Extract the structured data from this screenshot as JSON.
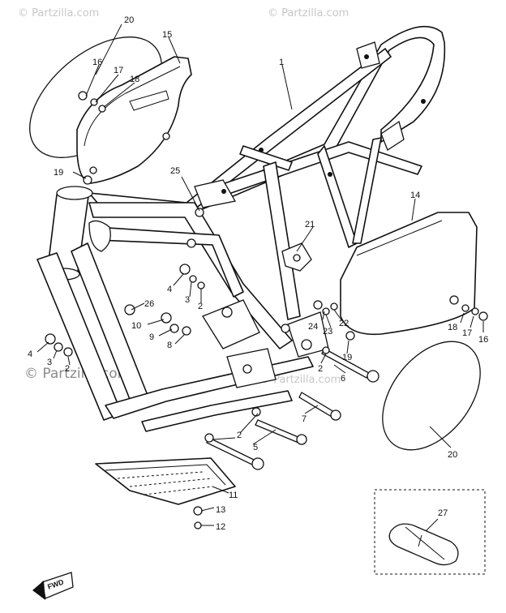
{
  "watermarks": {
    "top_left": "© Partzilla.com",
    "top_right": "© Partzilla.com",
    "middle": "© Partzilla.com",
    "bottom_left": "© Partzilla.com"
  },
  "callouts": {
    "c1": "1",
    "c2a": "2",
    "c2b": "2",
    "c2c": "2",
    "c2d": "2",
    "c3a": "3",
    "c3b": "3",
    "c4a": "4",
    "c4b": "4",
    "c5": "5",
    "c6": "6",
    "c7": "7",
    "c8": "8",
    "c9": "9",
    "c10": "10",
    "c11": "11",
    "c12": "12",
    "c13": "13",
    "c14": "14",
    "c15": "15",
    "c16a": "16",
    "c16b": "16",
    "c17a": "17",
    "c17b": "17",
    "c18a": "18",
    "c18b": "18",
    "c19a": "19",
    "c19b": "19",
    "c20a": "20",
    "c20b": "20",
    "c21": "21",
    "c22": "22",
    "c23": "23",
    "c24": "24",
    "c25": "25",
    "c26": "26",
    "c27": "27"
  },
  "arrow": {
    "label": "FWD"
  }
}
